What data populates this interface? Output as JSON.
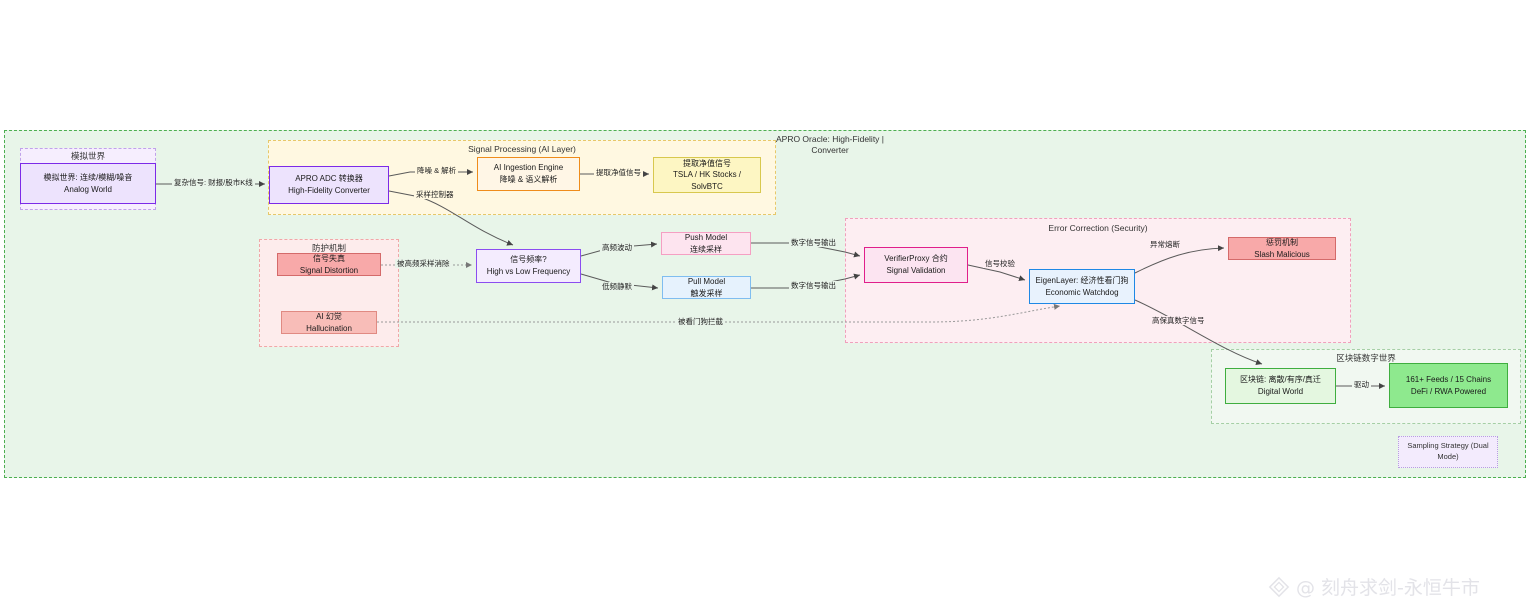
{
  "diagram": {
    "title_root": "",
    "subgraphs": [
      {
        "id": "apro",
        "label": "APRO Oracle: High-Fidelity | Converter"
      },
      {
        "id": "signal",
        "label": "Signal Processing (AI Layer)"
      },
      {
        "id": "protect",
        "label": "防护机制"
      },
      {
        "id": "error",
        "label": "Error Correction (Security)"
      },
      {
        "id": "digital",
        "label": "区块链数字世界"
      },
      {
        "id": "analog",
        "label": "模拟世界"
      }
    ],
    "nodes": [
      {
        "id": "analog",
        "label": "模拟世界: 连续/模糊/噪音\\nAnalog World"
      },
      {
        "id": "adc",
        "label": "APRO ADC 转换器\\nHigh-Fidelity Converter"
      },
      {
        "id": "ingest",
        "label": "AI Ingestion Engine\\n降噪 & 语义解析"
      },
      {
        "id": "extract",
        "label": "提取净值信号\\nTSLA / HK Stocks / SolvBTC"
      },
      {
        "id": "distort",
        "label": "信号失真\\nSignal Distortion"
      },
      {
        "id": "halluc",
        "label": "AI 幻觉\\nHallucination"
      },
      {
        "id": "freq",
        "label": "信号频率?\\nHigh vs Low Frequency"
      },
      {
        "id": "push",
        "label": "Push Model\\n连续采样"
      },
      {
        "id": "pull",
        "label": "Pull Model\\n触发采样"
      },
      {
        "id": "verifier",
        "label": "VerifierProxy 合约\\nSignal Validation"
      },
      {
        "id": "eigen",
        "label": "EigenLayer: 经济性看门狗\\nEconomic Watchdog"
      },
      {
        "id": "slash",
        "label": "惩罚机制\\nSlash Malicious"
      },
      {
        "id": "chain",
        "label": "区块链: 离散/有序/真迁\\nDigital World"
      },
      {
        "id": "feeds",
        "label": "161+ Feeds / 15 Chains\\nDeFi / RWA Powered"
      },
      {
        "id": "sampling",
        "label": "Sampling Strategy (Dual Mode)"
      }
    ],
    "edge_labels": [
      {
        "id": "e1",
        "text": "复杂信号: 财报/股市K线"
      },
      {
        "id": "e2",
        "text": "降噪 & 解析"
      },
      {
        "id": "e3",
        "text": "采样控制器"
      },
      {
        "id": "e4",
        "text": "提取净值信号"
      },
      {
        "id": "e5",
        "text": "被高频采样消除"
      },
      {
        "id": "e6",
        "text": "高频波动"
      },
      {
        "id": "e7",
        "text": "低频静默"
      },
      {
        "id": "e8",
        "text": "数字信号输出"
      },
      {
        "id": "e9",
        "text": "数字信号输出"
      },
      {
        "id": "e10",
        "text": "信号校验"
      },
      {
        "id": "e11",
        "text": "异常熔断"
      },
      {
        "id": "e12",
        "text": "高保真数字信号"
      },
      {
        "id": "e13",
        "text": "被看门狗拦截"
      },
      {
        "id": "e14",
        "text": "驱动"
      }
    ]
  },
  "watermark": {
    "handle": "@ 刻舟求剑-永恒牛市",
    "icon": "diamond-logo-icon"
  },
  "colors": {
    "canvas_bg": "#e8f5e9",
    "root_border": "#4caf50",
    "purple": "#7c2ae8",
    "orange": "#ef8c1a",
    "yellow": "#fdf6c3",
    "magenta": "#e01f8b",
    "blue": "#1e88e5",
    "green": "#3fae3f",
    "red": "#f8a9a9"
  }
}
